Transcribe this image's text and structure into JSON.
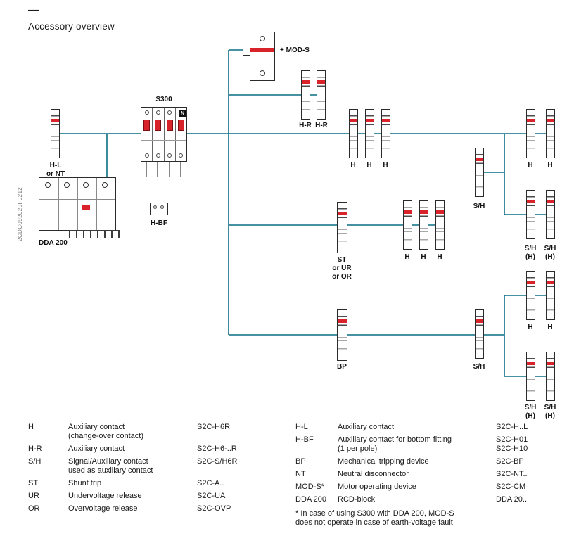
{
  "page": {
    "dash": "—",
    "title": "Accessory overview",
    "side_code": "2CDC092020F0212"
  },
  "labels": {
    "s300": "S300",
    "n": "N",
    "hl": "H-L",
    "hl_alt": "or NT",
    "dda": "DDA 200",
    "hbf": "H-BF",
    "mods": "+ MOD-S",
    "hr": "H-R",
    "h": "H",
    "sh": "S/H",
    "sh_alt": "(H)",
    "st": "ST",
    "st_alt1": "or UR",
    "st_alt2": "or OR",
    "bp": "BP"
  },
  "legend": {
    "left": [
      {
        "term": "H",
        "desc": "Auxiliary contact\n(change-over contact)",
        "code": "S2C-H6R"
      },
      {
        "term": "H-R",
        "desc": "Auxiliary contact",
        "code": "S2C-H6-..R"
      },
      {
        "term": "S/H",
        "desc": "Signal/Auxiliary contact\nused as auxiliary contact",
        "code": "S2C-S/H6R"
      },
      {
        "term": "ST",
        "desc": "Shunt trip",
        "code": "S2C-A.."
      },
      {
        "term": "UR",
        "desc": "Undervoltage release",
        "code": "S2C-UA"
      },
      {
        "term": "OR",
        "desc": "Overvoltage release",
        "code": "S2C-OVP"
      }
    ],
    "right": [
      {
        "term": "H-L",
        "desc": "Auxiliary contact",
        "code": "S2C-H..L"
      },
      {
        "term": "H-BF",
        "desc": "Auxiliary contact for bottom fitting\n(1 per pole)",
        "code": "S2C-H01\nS2C-H10"
      },
      {
        "term": "BP",
        "desc": "Mechanical tripping device",
        "code": "S2C-BP"
      },
      {
        "term": "NT",
        "desc": "Neutral disconnector",
        "code": "S2C-NT.."
      },
      {
        "term": "MOD-S*",
        "desc": "Motor operating device",
        "code": "S2C-CM"
      },
      {
        "term": "DDA 200",
        "desc": "RCD-block",
        "code": "DDA 20.."
      }
    ],
    "footnote": "* In case of using S300 with DDA 200, MOD-S\ndoes not operate in case of earth-voltage fault"
  },
  "colors": {
    "line": "#0a6e84",
    "red": "#d8232a"
  }
}
